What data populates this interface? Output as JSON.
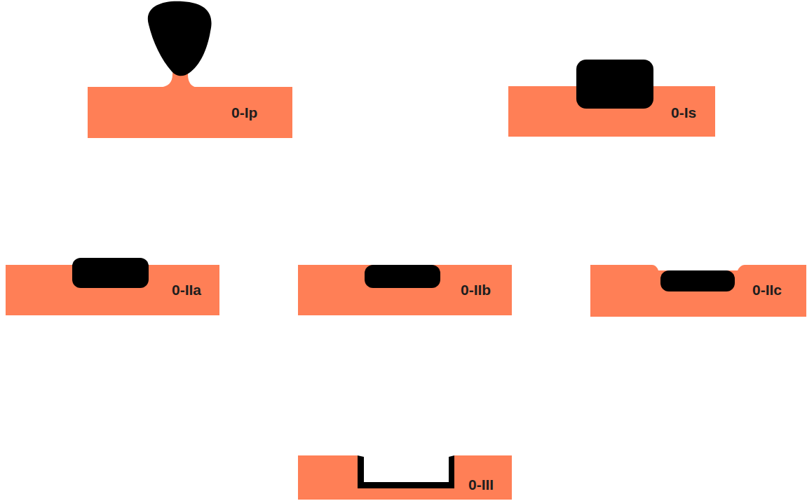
{
  "diagram": {
    "nodes": [
      {
        "text": [
          "0-Ip"
        ]
      },
      {
        "text": [
          "0-Is"
        ]
      },
      {
        "text": [
          "0-IIa"
        ]
      },
      {
        "text": [
          "0-IIb"
        ]
      },
      {
        "text": [
          "0-IIc"
        ]
      },
      {
        "text": [
          "0-III"
        ]
      }
    ]
  }
}
